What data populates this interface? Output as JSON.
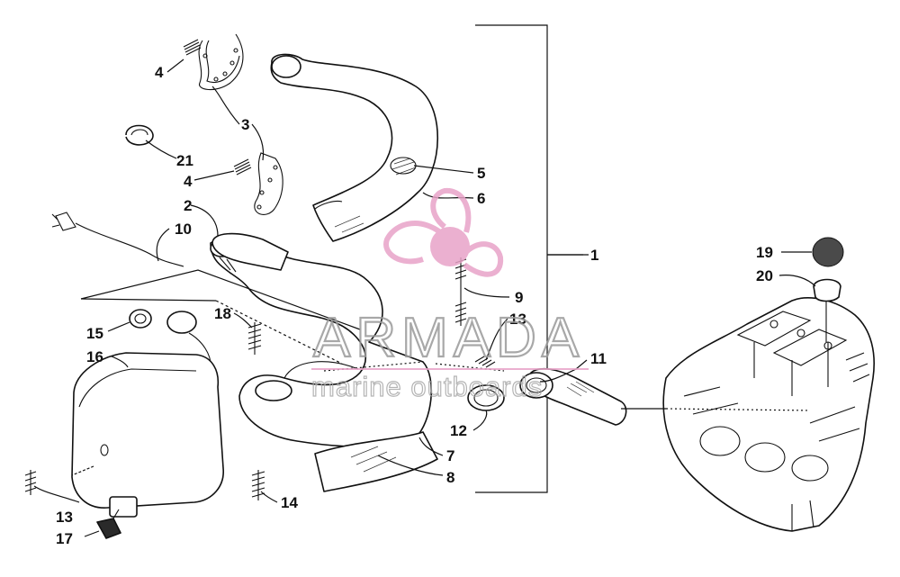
{
  "colors": {
    "line": "#111111",
    "background": "#ffffff",
    "watermark_logo": "#e8a3c8",
    "watermark_text": "#9a9a9a"
  },
  "watermark": {
    "brand": "ARMADA",
    "subtitle": "marine outboards",
    "logo_icon": "propeller-icon"
  },
  "callouts": [
    {
      "id": "c1",
      "text": "1"
    },
    {
      "id": "c2",
      "text": "2"
    },
    {
      "id": "c3",
      "text": "3"
    },
    {
      "id": "c4a",
      "text": "4"
    },
    {
      "id": "c4b",
      "text": "4"
    },
    {
      "id": "c5",
      "text": "5"
    },
    {
      "id": "c6",
      "text": "6"
    },
    {
      "id": "c7",
      "text": "7"
    },
    {
      "id": "c8",
      "text": "8"
    },
    {
      "id": "c9",
      "text": "9"
    },
    {
      "id": "c10",
      "text": "10"
    },
    {
      "id": "c11",
      "text": "11"
    },
    {
      "id": "c12",
      "text": "12"
    },
    {
      "id": "c13a",
      "text": "13"
    },
    {
      "id": "c13b",
      "text": "13"
    },
    {
      "id": "c14",
      "text": "14"
    },
    {
      "id": "c15",
      "text": "15"
    },
    {
      "id": "c16",
      "text": "16"
    },
    {
      "id": "c17",
      "text": "17"
    },
    {
      "id": "c18",
      "text": "18"
    },
    {
      "id": "c19",
      "text": "19"
    },
    {
      "id": "c20",
      "text": "20"
    },
    {
      "id": "c21",
      "text": "21"
    }
  ]
}
